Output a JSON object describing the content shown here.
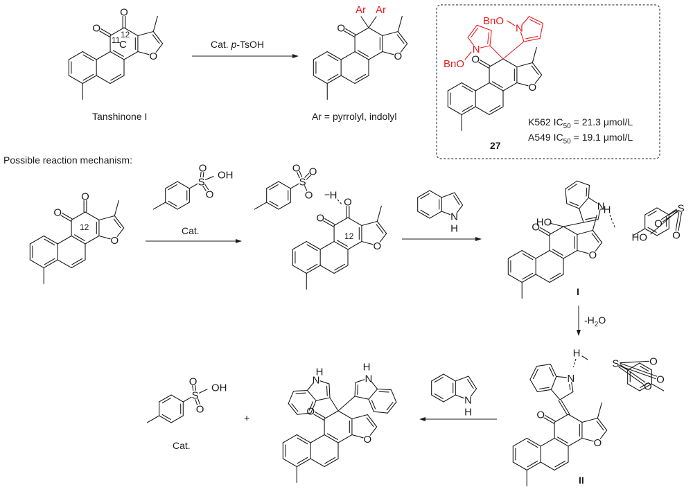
{
  "top_reaction": {
    "reactant_name": "Tanshinone I",
    "ring_label": "C",
    "position_11": "11",
    "position_12": "12",
    "reagent": "Cat. p-TsOH",
    "reagent_parts": {
      "prefix": "Cat. ",
      "italic": "p",
      "suffix": "-TsOH"
    },
    "product_substituent": "Ar",
    "product_note": "Ar = pyrrolyl, indolyl"
  },
  "compound_27": {
    "number": "27",
    "protecting_group": "BnO",
    "activities": [
      {
        "cell_line": "K562",
        "metric": "IC",
        "metric_sub": "50",
        "value": "21.3",
        "unit": "μmol/L"
      },
      {
        "cell_line": "A549",
        "metric": "IC",
        "metric_sub": "50",
        "value": "19.1",
        "unit": "μmol/L"
      }
    ]
  },
  "mechanism": {
    "heading": "Possible reaction mechanism:",
    "step1_label": "Cat.",
    "position_12": "12",
    "intermediate_1": "I",
    "intermediate_2": "II",
    "dehydration_label": "-H",
    "dehydration_sub": "2",
    "dehydration_suffix": "O",
    "catalyst_label": "Cat.",
    "plus": "+"
  },
  "atoms": {
    "O": "O",
    "S": "S",
    "N": "N",
    "H": "H",
    "OH": "OH",
    "HO": "HO"
  },
  "colors": {
    "bond": "#1a1a1a",
    "highlight": "#e8191c"
  }
}
